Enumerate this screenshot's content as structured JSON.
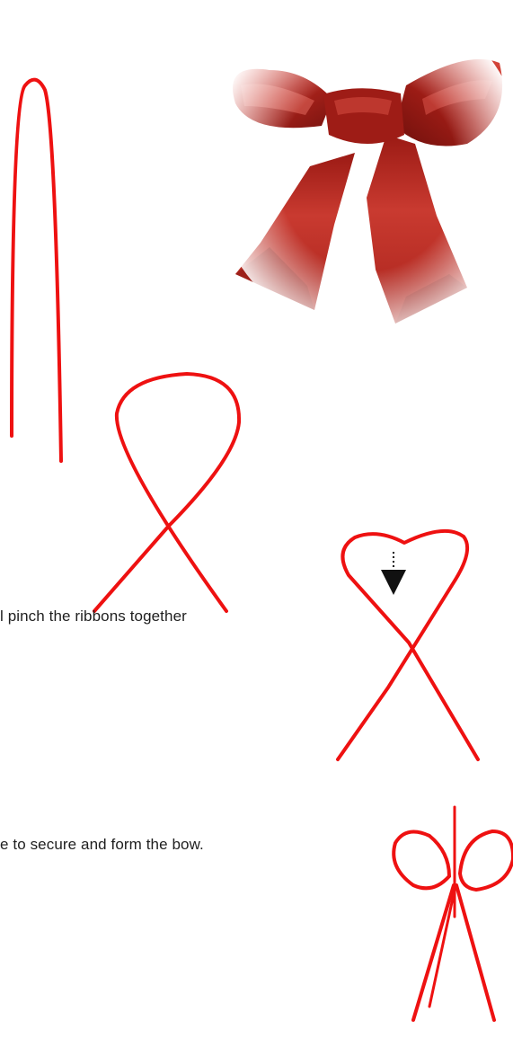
{
  "captions": {
    "step_pinch": "l pinch the ribbons together",
    "step_secure": "e to secure and form the bow."
  },
  "colors": {
    "ribbon": "#ee1111",
    "ribbon_photo": "#b4251d",
    "arrow": "#111111"
  },
  "icons": {
    "photo": "red-satin-bow-photo",
    "step_1": "ribbon-hairpin-loop-icon",
    "step_2": "ribbon-crossed-loop-icon",
    "step_3": "ribbon-heart-loop-icon",
    "step_4": "finished-bow-icon"
  }
}
